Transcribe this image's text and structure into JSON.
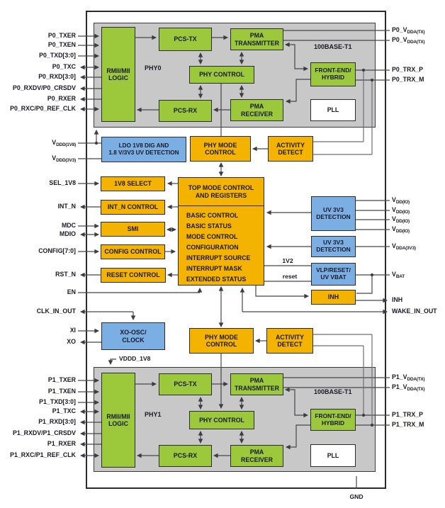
{
  "blocks": {
    "rmii": "RMII/MII\nLOGIC",
    "pcs_tx": "PCS-TX",
    "pma_tx": "PMA\nTRANSMITTER",
    "phy_control": "PHY CONTROL",
    "pcs_rx": "PCS-RX",
    "pma_rx": "PMA\nRECEIVER",
    "front_end": "FRONT-END/\nHYBRID",
    "pll": "PLL",
    "phy0_label": "PHY0",
    "phy1_label": "PHY1",
    "standard": "100BASE-T1",
    "ldo": "LDO 1V8 DIG AND\n1.8 V/3V3 UV DETECTION",
    "phy_mode": "PHY MODE\nCONTROL",
    "activity": "ACTIVITY\nDETECT",
    "v1v8_select": "1V8 SELECT",
    "int_n_control": "INT_N CONTROL",
    "smi": "SMI",
    "config_control": "CONFIG CONTROL",
    "reset_control": "RESET CONTROL",
    "top_mode_title": "TOP MODE CONTROL\nAND REGISTERS",
    "top_mode_list": "BASIC CONTROL\nBASIC STATUS\nMODE CONTROL\nCONFIGURATION\nINTERRUPT SOURCE\nINTERRUPT MASK\nEXTENDED STATUS",
    "uv_3v3": "UV 3V3\nDETECTION",
    "vlp": "VLP/RESET/\nUV VBAT",
    "inh": "INH",
    "xo_osc": "XO-OSC/\nCLOCK"
  },
  "wire_labels": {
    "v1v2": "1V2",
    "reset": "reset",
    "vddd_1v8": "VDDD_1V8",
    "gnd": "GND"
  },
  "pins": {
    "p0_left": [
      "P0_TXER",
      "P0_TXEN",
      "P0_TXD[3:0]",
      "P0_TXC",
      "P0_RXD[3:0]",
      "P0_RXDV/P0_CRSDV",
      "P0_RXER",
      "P0_RXC/P0_REF_CLK"
    ],
    "p1_left": [
      "P1_TXER",
      "P1_TXEN",
      "P1_TXD[3:0]",
      "P1_TXC",
      "P1_RXD[3:0]",
      "P1_RXDV/P1_CRSDV",
      "P1_RXER",
      "P1_RXC/P1_REF_CLK"
    ],
    "mid_left": {
      "vddd_1v8": {
        "pre": "V",
        "sub": "DDD(1V8)"
      },
      "vddd_3v3": {
        "pre": "V",
        "sub": "DDD(3V3)"
      },
      "sel_1v8": "SEL_1V8",
      "int_n": "INT_N",
      "mdc": "MDC",
      "mdio": "MDIO",
      "config": "CONFIG[7:0]",
      "rst_n": "RST_N",
      "en": "EN",
      "clk_in_out": "CLK_IN_OUT",
      "xi": "XI",
      "xo": "XO"
    },
    "p0_right": {
      "vdda1": {
        "pre": "P0_V",
        "sub": "DDA(TX)"
      },
      "vdda2": {
        "pre": "P0_V",
        "sub": "DDA(TX)"
      },
      "trx_p": "P0_TRX_P",
      "trx_m": "P0_TRX_M"
    },
    "p1_right": {
      "vdda1": {
        "pre": "P1_V",
        "sub": "DDA(TX)"
      },
      "vdda2": {
        "pre": "P1_V",
        "sub": "DDA(TX)"
      },
      "trx_p": "P1_TRX_P",
      "trx_m": "P1_TRX_M"
    },
    "mid_right": {
      "vddio1": {
        "pre": "V",
        "sub": "DD(IO)"
      },
      "vddio2": {
        "pre": "V",
        "sub": "DD(IO)"
      },
      "vddio3": {
        "pre": "V",
        "sub": "DD(IO)"
      },
      "vddio4": {
        "pre": "V",
        "sub": "DD(IO)"
      },
      "vdda3v3": {
        "pre": "V",
        "sub": "DDA(3V3)"
      },
      "vbat": {
        "pre": "V",
        "sub": "BAT"
      },
      "inh": "INH",
      "wake": "WAKE_IN_OUT"
    }
  }
}
